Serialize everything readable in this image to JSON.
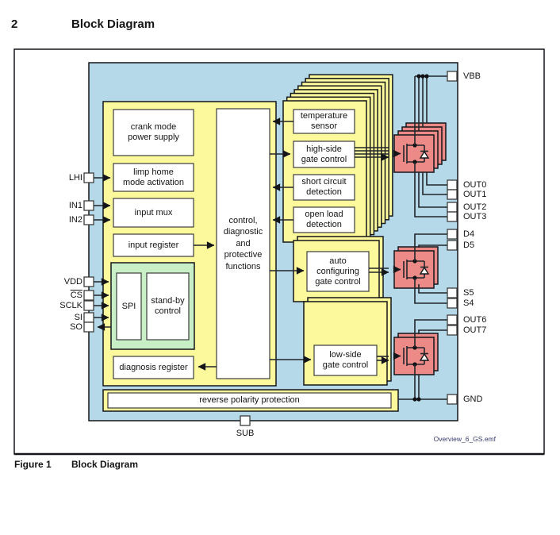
{
  "theme": {
    "blue": "#b5d9e9",
    "yellow": "#fbf99c",
    "green": "#c9efc6",
    "red": "#ec8a87",
    "paper": "#ffffff",
    "wire": "#22252a",
    "note": "#333a6e",
    "ink": "#141414"
  },
  "header": {
    "number": "2",
    "title": "Block Diagram"
  },
  "caption": {
    "label": "Figure 1",
    "title": "Block Diagram"
  },
  "figure_note": "Overview_6_GS.emf",
  "icons": {
    "transistor": "mosfet-with-body-diode"
  },
  "blocks": {
    "crank": [
      "crank mode",
      "power supply"
    ],
    "limp": [
      "limp home",
      "mode activation"
    ],
    "mux": [
      "input mux"
    ],
    "inreg": [
      "input register"
    ],
    "spi": [
      "SPI"
    ],
    "standby": [
      "stand-by",
      "control"
    ],
    "diag": [
      "diagnosis register"
    ],
    "control": [
      "control,",
      "diagnostic",
      "and",
      "protective",
      "functions"
    ],
    "temp": [
      "temperature",
      "sensor"
    ],
    "hs": [
      "high-side",
      "gate control"
    ],
    "sc": [
      "short circuit",
      "detection"
    ],
    "ol": [
      "open load",
      "detection"
    ],
    "auto": [
      "auto",
      "configuring",
      "gate control"
    ],
    "ls": [
      "low-side",
      "gate control"
    ],
    "rpp": [
      "reverse polarity protection"
    ]
  },
  "pins": {
    "left": [
      "LHI",
      "IN1",
      "IN2",
      "VDD",
      "CS",
      "SCLK",
      "SI",
      "SO"
    ],
    "right": [
      "VBB",
      "OUT0",
      "OUT1",
      "OUT2",
      "OUT3",
      "D4",
      "D5",
      "S5",
      "S4",
      "OUT6",
      "OUT7",
      "GND"
    ],
    "bottom": [
      "SUB"
    ]
  }
}
